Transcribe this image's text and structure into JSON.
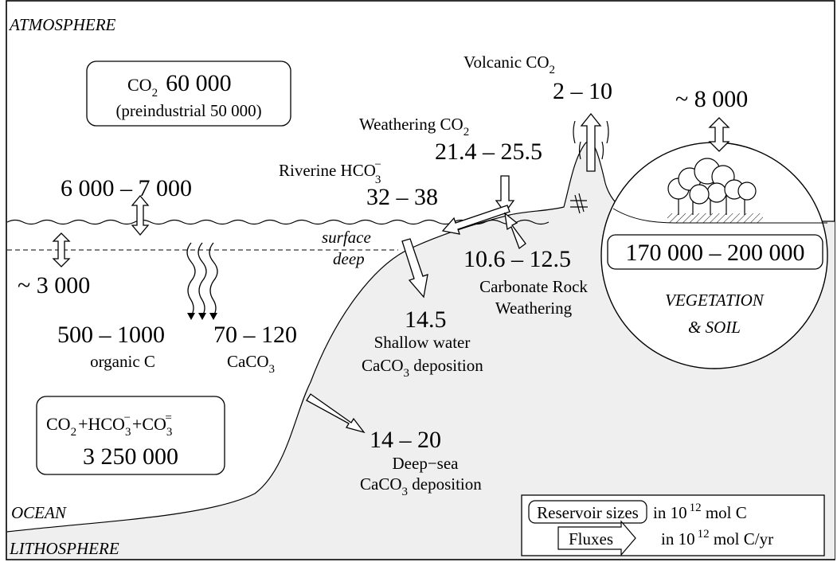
{
  "regions": {
    "atmosphere": "ATMOSPHERE",
    "ocean": "OCEAN",
    "lithosphere": "LITHOSPHERE",
    "vegetation_line1": "VEGETATION",
    "vegetation_line2": "& SOIL",
    "surface": "surface",
    "deep": "deep"
  },
  "reservoirs": {
    "atmosphere_co2": {
      "species": "CO",
      "sub": "2",
      "value": "60 000",
      "note": "(preindustrial 50 000)"
    },
    "ocean_carbon": {
      "co2": "CO",
      "co2_sub": "2",
      "plus1": "+",
      "hco3": "HCO",
      "hco3_sub": "3",
      "hco3_sup": "−",
      "plus2": "+",
      "co3": "CO",
      "co3_sub": "3",
      "co3_sup": "=",
      "value": "3 250 000"
    },
    "vegetation_soil": {
      "value": "170 000 – 200 000"
    }
  },
  "fluxes": {
    "air_sea": "6 000 – 7 000",
    "surface_deep": "~ 3 000",
    "veg_atm": "~ 8 000",
    "volcanic": {
      "label": "Volcanic CO",
      "sub": "2",
      "value": "2 – 10"
    },
    "weathering_co2": {
      "label": "Weathering CO",
      "sub": "2",
      "value": "21.4 – 25.5"
    },
    "riverine": {
      "label": "Riverine HCO",
      "sub": "3",
      "sup": "−",
      "value": "32 – 38"
    },
    "carbonate_weathering": {
      "value": "10.6 – 12.5",
      "line1": "Carbonate Rock",
      "line2": "Weathering"
    },
    "organic_c": {
      "value": "500 – 1000",
      "label": "organic C"
    },
    "caco3_sinking": {
      "value": "70 – 120",
      "label": "CaCO",
      "sub": "3"
    },
    "shallow_deposition": {
      "value": "14.5",
      "line1": "Shallow water",
      "line2_a": "CaCO",
      "line2_sub": "3",
      "line2_b": " deposition"
    },
    "deep_deposition": {
      "value": "14 – 20",
      "line1": "Deep−sea",
      "line2_a": "CaCO",
      "line2_sub": "3",
      "line2_b": " deposition"
    }
  },
  "legend": {
    "reservoir_box": "Reservoir sizes",
    "reservoir_units_a": "in 10",
    "reservoir_units_exp": "12",
    "reservoir_units_b": " mol C",
    "flux_arrow": "Fluxes",
    "flux_units_a": "in 10",
    "flux_units_exp": "12",
    "flux_units_b": " mol C/yr"
  }
}
